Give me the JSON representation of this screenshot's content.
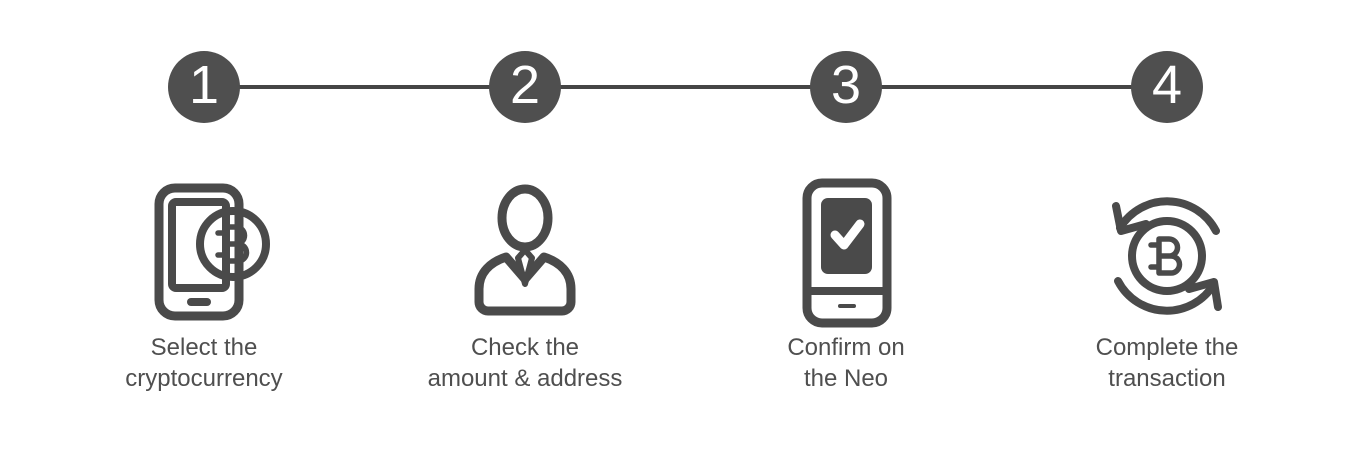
{
  "stepper": {
    "connector_color": "#454545",
    "circle_color": "#4f4f4f",
    "icon_color": "#4a4a4a",
    "text_color": "#4f4f4f",
    "steps": [
      {
        "number": "1",
        "icon": "phone-bitcoin-icon",
        "label_line1": "Select the",
        "label_line2": "cryptocurrency"
      },
      {
        "number": "2",
        "icon": "person-tie-icon",
        "label_line1": "Check the",
        "label_line2": "amount & address"
      },
      {
        "number": "3",
        "icon": "device-check-icon",
        "label_line1": "Confirm on",
        "label_line2": "the Neo"
      },
      {
        "number": "4",
        "icon": "bitcoin-cycle-icon",
        "label_line1": "Complete the",
        "label_line2": "transaction"
      }
    ]
  }
}
